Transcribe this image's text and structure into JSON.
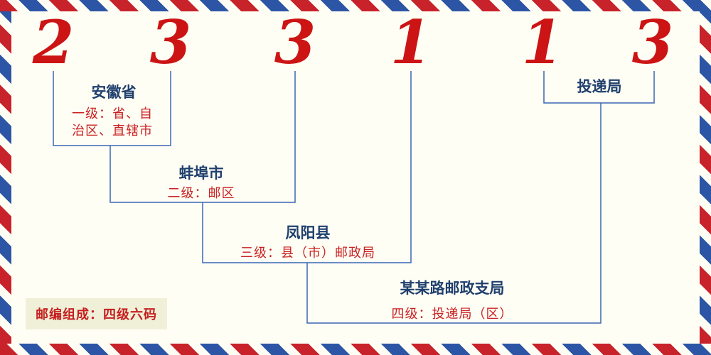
{
  "postal_code": {
    "digits": [
      "2",
      "3",
      "3",
      "1",
      "1",
      "3"
    ]
  },
  "levels": [
    {
      "title": "安徽省",
      "desc_lines": [
        "一级：省、自",
        "治区、直辖市"
      ]
    },
    {
      "title": "蚌埠市",
      "desc": "二级：邮区"
    },
    {
      "title": "凤阳县",
      "desc": "三级：县（市）邮政局"
    },
    {
      "title": "某某路邮政支局",
      "desc": "四级：投递局（区）"
    },
    {
      "title": "投递局"
    }
  ],
  "footer": {
    "label": "邮编组成：四级六码"
  },
  "colors": {
    "digit_red": "#cc1414",
    "title_navy": "#20406e",
    "desc_red": "#c92020",
    "line_blue": "#3a67b5",
    "border_red": "#c8222a",
    "border_blue": "#2c55a5",
    "background": "#fffef5",
    "footer_bg": "#f0efd8"
  }
}
